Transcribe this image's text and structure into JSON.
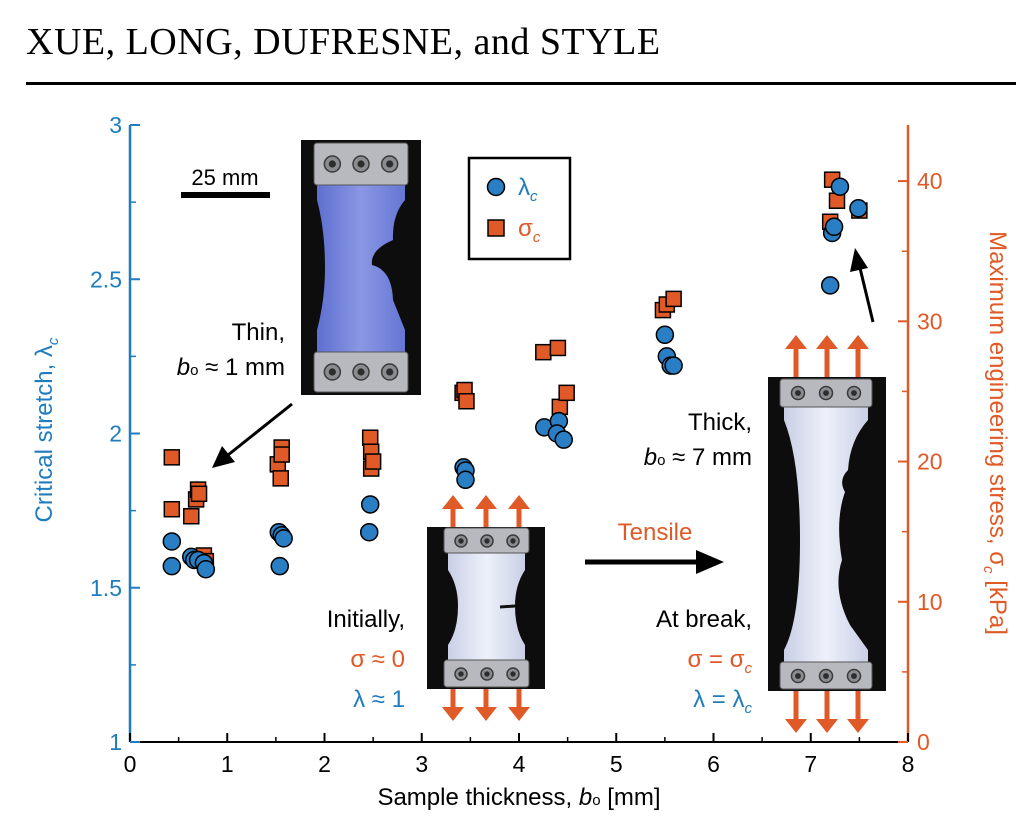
{
  "header": {
    "authors": "XUE, LONG, DUFRESNE, and STYLE"
  },
  "colors": {
    "left_axis": "#1f7cbf",
    "right_axis": "#e05a28",
    "circle_fill": "#2a7fc4",
    "square_fill": "#e05a28",
    "specimen": "#dfe4f2",
    "photo_bg": "#0d0d0d"
  },
  "chart_data": {
    "type": "scatter",
    "xlabel_main": "Sample thickness, ",
    "xlabel_var": "b",
    "xlabel_sub": "o",
    "xlabel_unit": " [mm]",
    "ylabel_left": "Critical stretch, λ",
    "ylabel_left_sub": "c",
    "ylabel_right": "Maximum engineering stress, σ",
    "ylabel_right_sub": "c",
    "ylabel_right_unit": " [kPa]",
    "xlim": [
      0,
      8
    ],
    "ylim_left": [
      1,
      3
    ],
    "ylim_right": [
      0,
      44
    ],
    "x_ticks": [
      "0",
      "1",
      "2",
      "3",
      "4",
      "5",
      "6",
      "7",
      "8"
    ],
    "y_left_ticks": [
      "1",
      "1.5",
      "2",
      "2.5",
      "3"
    ],
    "y_right_ticks": [
      "0",
      "10",
      "20",
      "30",
      "40"
    ],
    "legend": [
      {
        "symbol": "λ",
        "sub": "c"
      },
      {
        "symbol": "σ",
        "sub": "c"
      }
    ],
    "series": [
      {
        "marker": "circle",
        "axis": "left",
        "points": [
          [
            0.43,
            1.65
          ],
          [
            0.43,
            1.57
          ],
          [
            0.63,
            1.6
          ],
          [
            0.66,
            1.59
          ],
          [
            0.7,
            1.59
          ],
          [
            0.76,
            1.58
          ],
          [
            0.78,
            1.56
          ],
          [
            1.53,
            1.68
          ],
          [
            1.56,
            1.67
          ],
          [
            1.58,
            1.66
          ],
          [
            1.54,
            1.57
          ],
          [
            2.47,
            1.77
          ],
          [
            2.46,
            1.68
          ],
          [
            3.43,
            1.89
          ],
          [
            3.45,
            1.88
          ],
          [
            3.45,
            1.85
          ],
          [
            4.26,
            2.02
          ],
          [
            4.41,
            2.04
          ],
          [
            4.39,
            2.0
          ],
          [
            4.46,
            1.98
          ],
          [
            5.5,
            2.32
          ],
          [
            5.52,
            2.25
          ],
          [
            5.56,
            2.22
          ],
          [
            5.59,
            2.22
          ],
          [
            7.2,
            2.48
          ],
          [
            7.22,
            2.65
          ],
          [
            7.24,
            2.67
          ],
          [
            7.3,
            2.8
          ],
          [
            7.49,
            2.73
          ]
        ]
      },
      {
        "marker": "square",
        "axis": "right",
        "points": [
          [
            0.43,
            20.3
          ],
          [
            0.43,
            16.6
          ],
          [
            0.63,
            16.1
          ],
          [
            0.68,
            17.3
          ],
          [
            0.7,
            18.0
          ],
          [
            0.71,
            17.7
          ],
          [
            0.76,
            13.3
          ],
          [
            0.78,
            12.9
          ],
          [
            1.52,
            19.8
          ],
          [
            1.55,
            18.8
          ],
          [
            1.56,
            21.0
          ],
          [
            1.56,
            20.5
          ],
          [
            2.47,
            21.7
          ],
          [
            2.48,
            20.7
          ],
          [
            2.48,
            19.5
          ],
          [
            2.5,
            20.0
          ],
          [
            3.42,
            24.9
          ],
          [
            3.44,
            25.1
          ],
          [
            3.46,
            24.3
          ],
          [
            4.25,
            27.8
          ],
          [
            4.4,
            28.1
          ],
          [
            4.42,
            23.9
          ],
          [
            4.49,
            24.9
          ],
          [
            5.48,
            30.8
          ],
          [
            5.52,
            31.2
          ],
          [
            5.59,
            31.6
          ],
          [
            7.2,
            37.1
          ],
          [
            7.22,
            40.1
          ],
          [
            7.27,
            38.6
          ],
          [
            7.5,
            37.9
          ]
        ]
      }
    ]
  },
  "annotations": {
    "scale_bar": "25 mm",
    "thin_title": "Thin,",
    "thin_b": "b",
    "thin_sub": "o",
    "thin_val": " ≈ 1 mm",
    "thick_title": "Thick,",
    "thick_b": "b",
    "thick_sub": "o",
    "thick_val": " ≈ 7 mm",
    "tensile": "Tensile",
    "initially": "Initially,",
    "sigma_init": "σ ≈ 0",
    "lambda_init": "λ ≈ 1",
    "at_break": "At break,",
    "sigma_break": "σ = σ",
    "sigma_break_sub": "c",
    "lambda_break": "λ = λ",
    "lambda_break_sub": "c"
  }
}
